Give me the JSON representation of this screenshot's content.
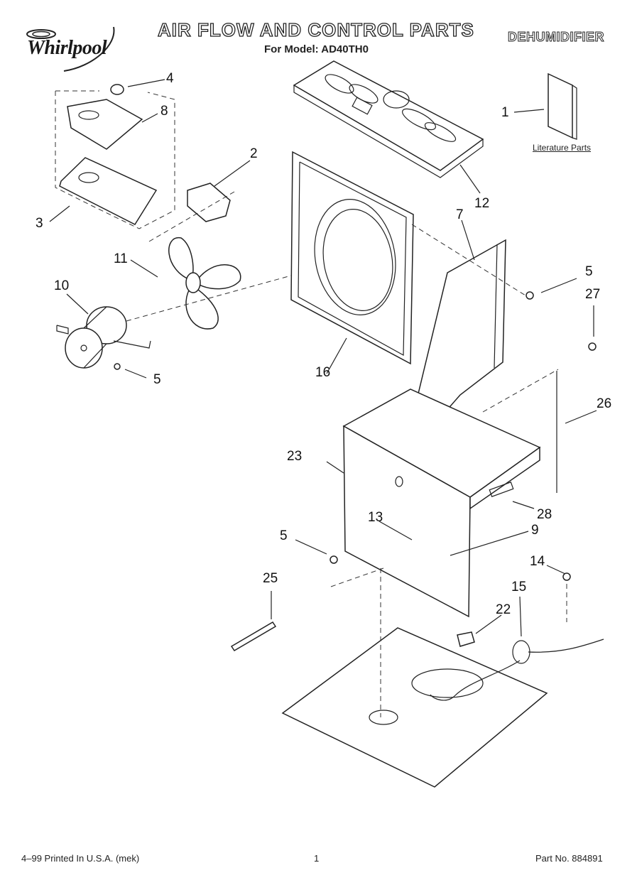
{
  "header": {
    "brand": "Whirlpool",
    "title": "AIR FLOW AND CONTROL PARTS",
    "model_line": "For Model: AD40TH0",
    "product_type": "DEHUMIDIFIER"
  },
  "literature_label": "Literature Parts",
  "callouts": [
    "1",
    "2",
    "3",
    "4",
    "5",
    "5",
    "5",
    "5",
    "7",
    "8",
    "9",
    "10",
    "11",
    "12",
    "13",
    "14",
    "15",
    "16",
    "22",
    "23",
    "25",
    "26",
    "27",
    "28"
  ],
  "footer": {
    "print_info": "4–99 Printed In U.S.A. (mek)",
    "page_number": "1",
    "part_number": "Part No. 884891"
  }
}
